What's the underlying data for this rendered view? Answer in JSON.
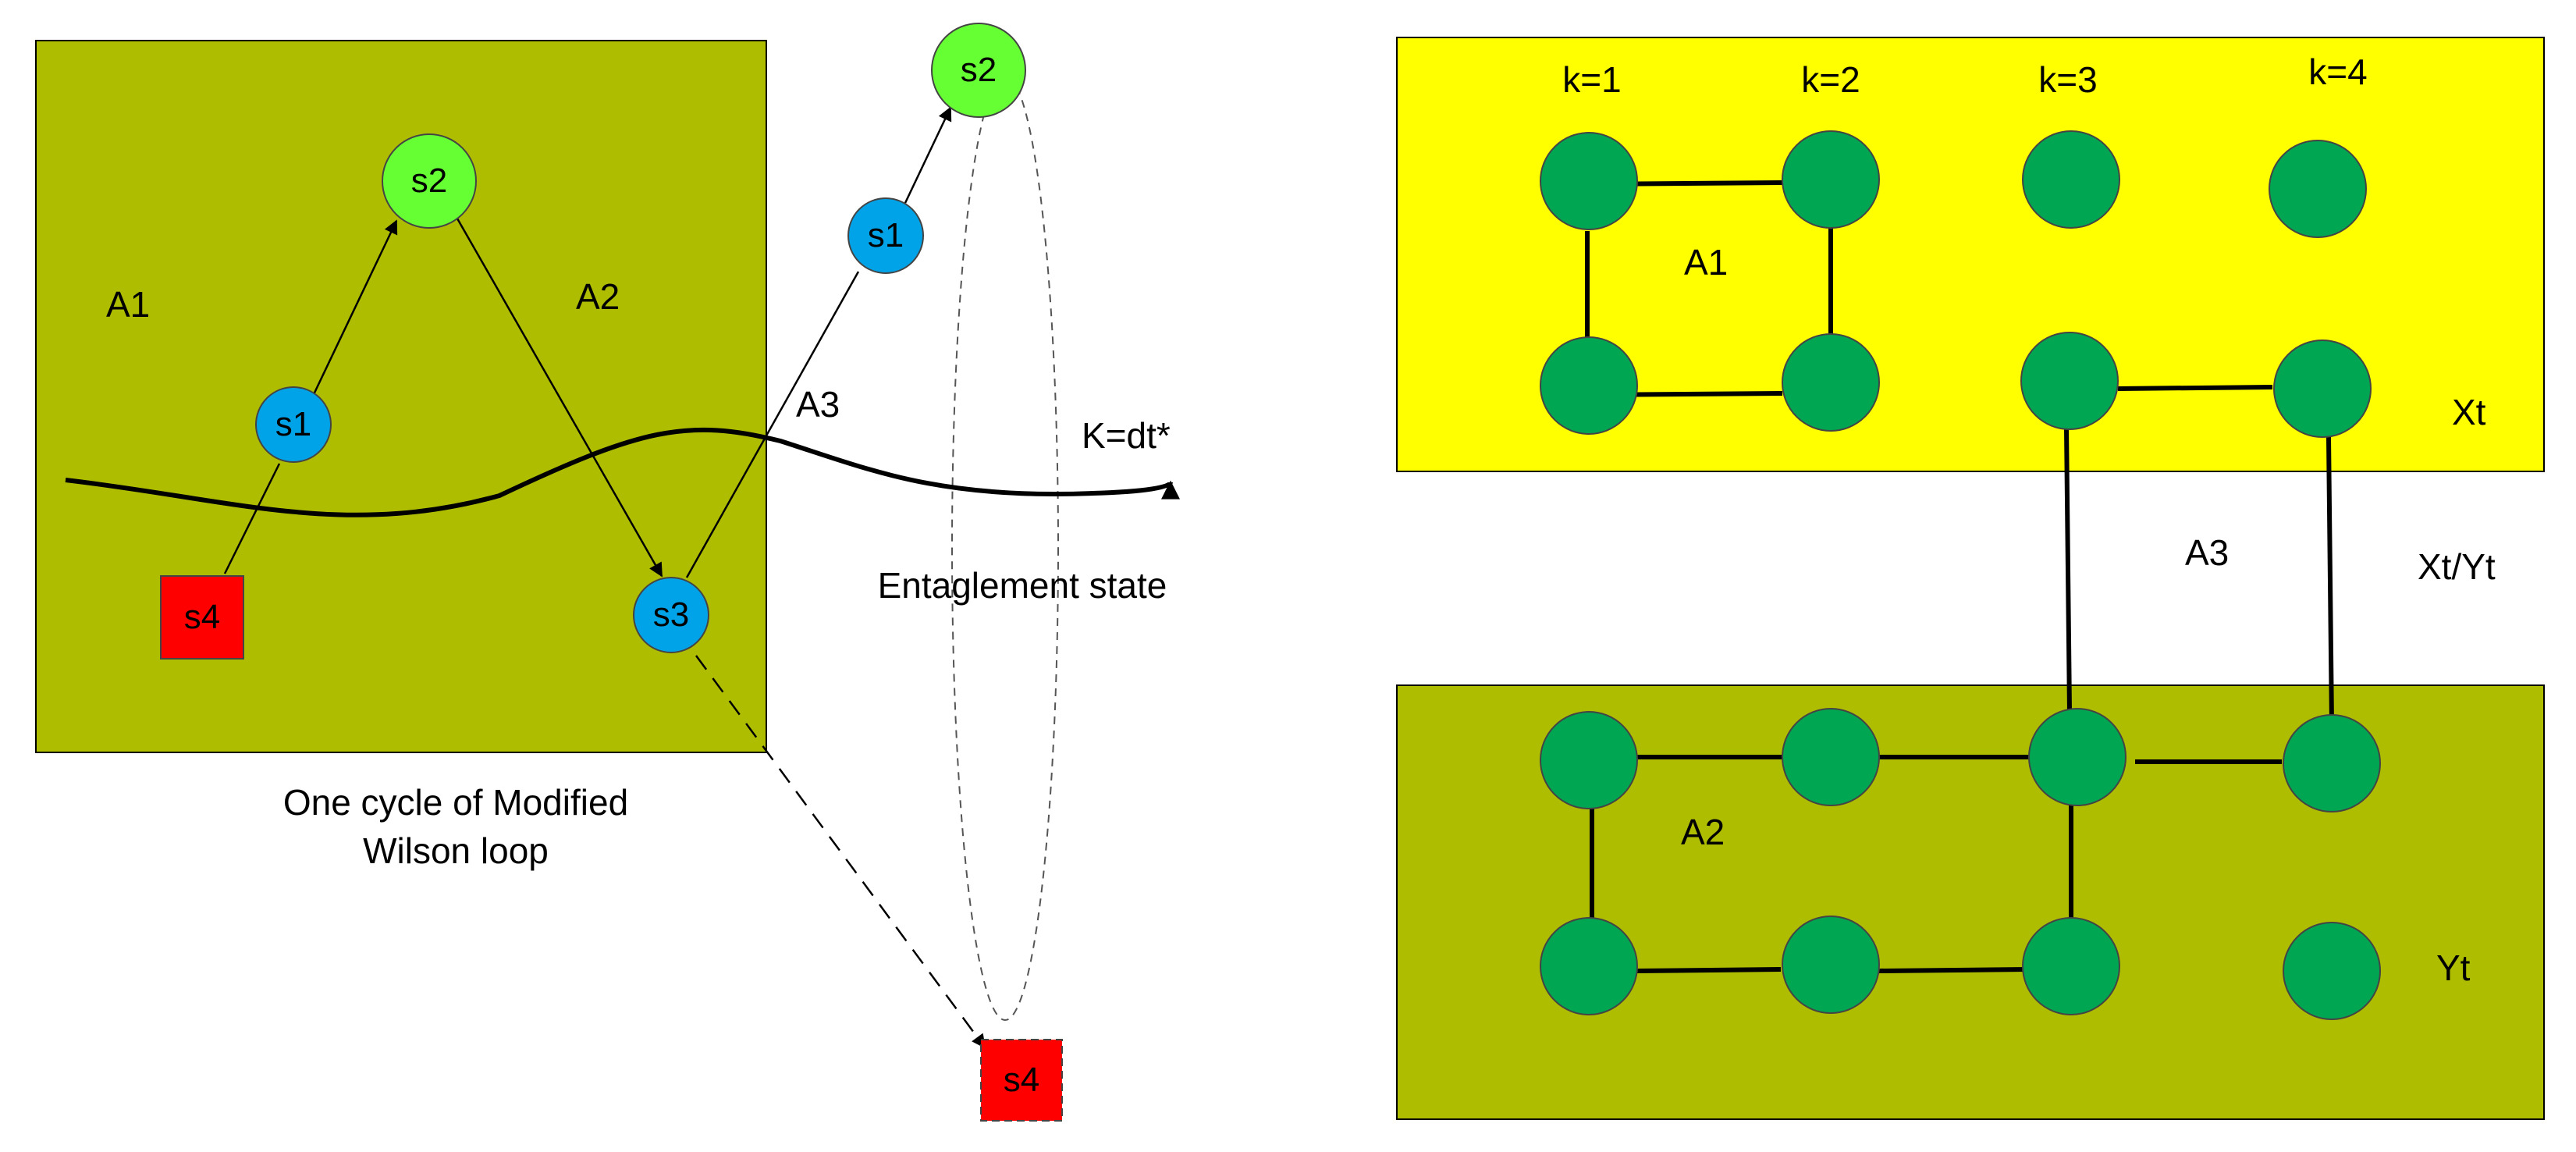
{
  "colors": {
    "panel_olive": "#aebd00",
    "panel_yellow": "#ffff00",
    "node_light_green": "#66ff33",
    "node_blue": "#00a2e8",
    "node_red": "#ff0000",
    "node_green": "#00a651",
    "stroke": "#000000"
  },
  "left": {
    "region_labels": {
      "a1": "A1",
      "a2": "A2",
      "a3": "A3"
    },
    "nodes": {
      "s1": "s1",
      "s2": "s2",
      "s3": "s3",
      "s4": "s4"
    },
    "wave_label": "K=dt*",
    "entanglement_label": "Entaglement state",
    "caption": {
      "line1": "One cycle of Modified",
      "line2": "Wilson loop"
    }
  },
  "right": {
    "k_labels": [
      "k=1",
      "k=2",
      "k=3",
      "k=4"
    ],
    "region_labels": {
      "a1": "A1",
      "a2": "A2",
      "a3": "A3"
    },
    "side_labels": {
      "xt": "Xt",
      "xtyt": "Xt/Yt",
      "yt": "Yt"
    }
  }
}
